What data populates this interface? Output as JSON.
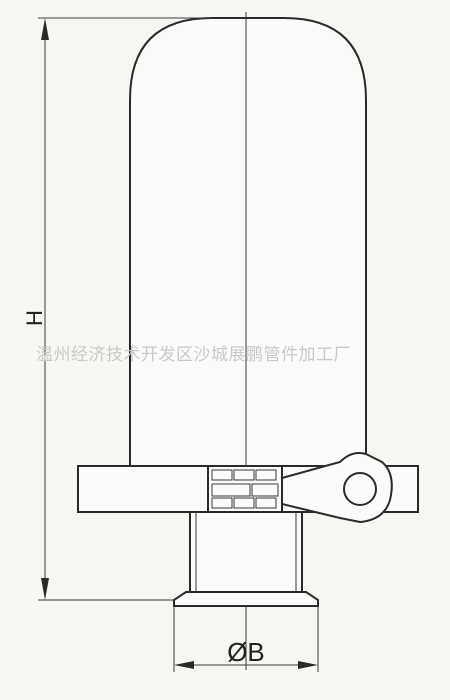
{
  "diagram": {
    "height_dimension_label": "H",
    "bore_dimension_label": "ØB",
    "watermark": "温州经济技术开发区沙城展鹏管件加工厂"
  }
}
